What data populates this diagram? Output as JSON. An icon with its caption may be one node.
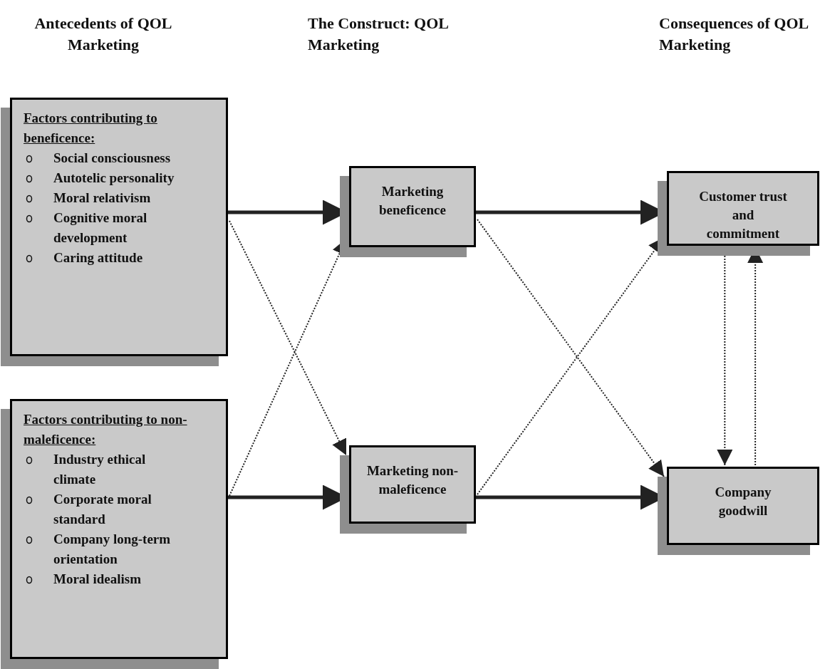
{
  "diagram": {
    "nodes": [
      {
        "text": [
          "Factors contributing to beneficence:",
          "Social consciousness",
          "Autotelic personality",
          "Moral relativism",
          "Cognitive moral development",
          "Caring attitude"
        ]
      },
      {
        "text": [
          "Factors contributing to non-maleficence:",
          "Industry ethical climate",
          "Corporate moral standard",
          "Company long-term orientation",
          "Moral idealism"
        ]
      },
      {
        "text": [
          "Marketing beneficence"
        ]
      },
      {
        "text": [
          "Marketing non-maleficence"
        ]
      },
      {
        "text": [
          "Customer trust and commitment"
        ]
      },
      {
        "text": [
          "Company goodwill"
        ]
      }
    ],
    "edges": [
      {
        "from": 0,
        "to": 2,
        "arrow": "to",
        "style": "thick"
      },
      {
        "from": 0,
        "to": 3,
        "arrow": "to",
        "style": "dashed"
      },
      {
        "from": 1,
        "to": 2,
        "arrow": "to",
        "style": "dashed"
      },
      {
        "from": 1,
        "to": 3,
        "arrow": "to",
        "style": "thick"
      },
      {
        "from": 2,
        "to": 4,
        "arrow": "to",
        "style": "thick"
      },
      {
        "from": 2,
        "to": 5,
        "arrow": "to",
        "style": "dashed"
      },
      {
        "from": 3,
        "to": 4,
        "arrow": "to",
        "style": "dashed"
      },
      {
        "from": 3,
        "to": 5,
        "arrow": "to",
        "style": "thick"
      },
      {
        "from": 4,
        "to": 5,
        "arrow": "to",
        "style": "dashed"
      },
      {
        "from": 5,
        "to": 4,
        "arrow": "to",
        "style": "dashed"
      }
    ],
    "labels": [
      "Antecedents of QOL Marketing",
      "The Construct: QOL Marketing",
      "Consequences of QOL Marketing"
    ]
  }
}
